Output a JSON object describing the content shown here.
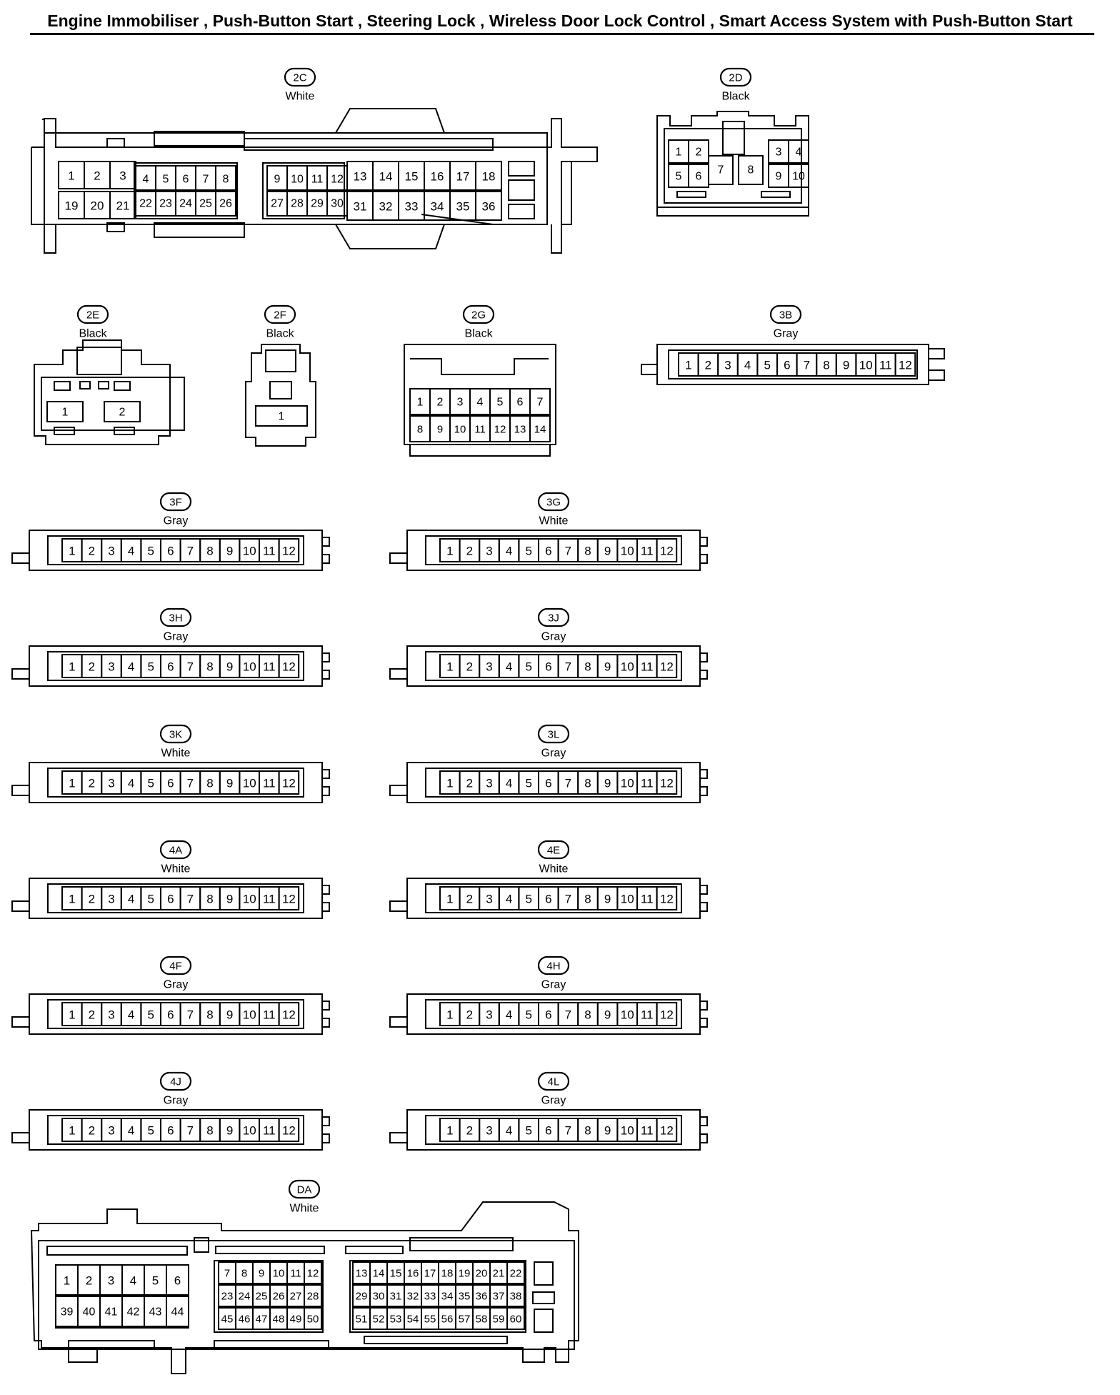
{
  "title": "Engine Immobiliser , Push-Button Start , Steering Lock , Wireless Door Lock Control , Smart Access System with Push-Button Start",
  "connectors": {
    "c2C": {
      "code": "2C",
      "color": "White"
    },
    "c2D": {
      "code": "2D",
      "color": "Black"
    },
    "c2E": {
      "code": "2E",
      "color": "Black"
    },
    "c2F": {
      "code": "2F",
      "color": "Black"
    },
    "c2G": {
      "code": "2G",
      "color": "Black"
    },
    "c3B": {
      "code": "3B",
      "color": "Gray"
    },
    "c3F": {
      "code": "3F",
      "color": "Gray"
    },
    "c3G": {
      "code": "3G",
      "color": "White"
    },
    "c3H": {
      "code": "3H",
      "color": "Gray"
    },
    "c3J": {
      "code": "3J",
      "color": "Gray"
    },
    "c3K": {
      "code": "3K",
      "color": "White"
    },
    "c3L": {
      "code": "3L",
      "color": "Gray"
    },
    "c4A": {
      "code": "4A",
      "color": "White"
    },
    "c4E": {
      "code": "4E",
      "color": "White"
    },
    "c4F": {
      "code": "4F",
      "color": "Gray"
    },
    "c4H": {
      "code": "4H",
      "color": "Gray"
    },
    "c4J": {
      "code": "4J",
      "color": "Gray"
    },
    "c4L": {
      "code": "4L",
      "color": "Gray"
    },
    "cDA": {
      "code": "DA",
      "color": "White"
    }
  },
  "pins_12": [
    "1",
    "2",
    "3",
    "4",
    "5",
    "6",
    "7",
    "8",
    "9",
    "10",
    "11",
    "12"
  ],
  "pins_2C": {
    "g1_top": [
      "1",
      "2",
      "3"
    ],
    "g1_bot": [
      "19",
      "20",
      "21"
    ],
    "g2_top": [
      "4",
      "5",
      "6",
      "7",
      "8"
    ],
    "g2_bot": [
      "22",
      "23",
      "24",
      "25",
      "26"
    ],
    "g3_top": [
      "9",
      "10",
      "11",
      "12"
    ],
    "g3_bot": [
      "27",
      "28",
      "29",
      "30"
    ],
    "g4_top": [
      "13",
      "14",
      "15",
      "16",
      "17",
      "18"
    ],
    "g4_bot": [
      "31",
      "32",
      "33",
      "34",
      "35",
      "36"
    ]
  },
  "pins_2D": {
    "left": [
      "1",
      "2",
      "5",
      "6"
    ],
    "mid": [
      "7",
      "8"
    ],
    "right": [
      "3",
      "4",
      "9",
      "10"
    ]
  },
  "pins_2E": [
    "1",
    "2"
  ],
  "pins_2F": [
    "1"
  ],
  "pins_2G": {
    "top": [
      "1",
      "2",
      "3",
      "4",
      "5",
      "6",
      "7"
    ],
    "bot": [
      "8",
      "9",
      "10",
      "11",
      "12",
      "13",
      "14"
    ]
  },
  "pins_DA": {
    "g1_top": [
      "1",
      "2",
      "3",
      "4",
      "5",
      "6"
    ],
    "g1_bot": [
      "39",
      "40",
      "41",
      "42",
      "43",
      "44"
    ],
    "g2_r1": [
      "7",
      "8",
      "9",
      "10",
      "11",
      "12"
    ],
    "g2_r2": [
      "23",
      "24",
      "25",
      "26",
      "27",
      "28"
    ],
    "g2_r3": [
      "45",
      "46",
      "47",
      "48",
      "49",
      "50"
    ],
    "g3_r1": [
      "13",
      "14",
      "15",
      "16",
      "17",
      "18",
      "19",
      "20",
      "21",
      "22"
    ],
    "g3_r2": [
      "29",
      "30",
      "31",
      "32",
      "33",
      "34",
      "35",
      "36",
      "37",
      "38"
    ],
    "g3_r3": [
      "51",
      "52",
      "53",
      "54",
      "55",
      "56",
      "57",
      "58",
      "59",
      "60"
    ]
  },
  "stroke_color": "#000000"
}
